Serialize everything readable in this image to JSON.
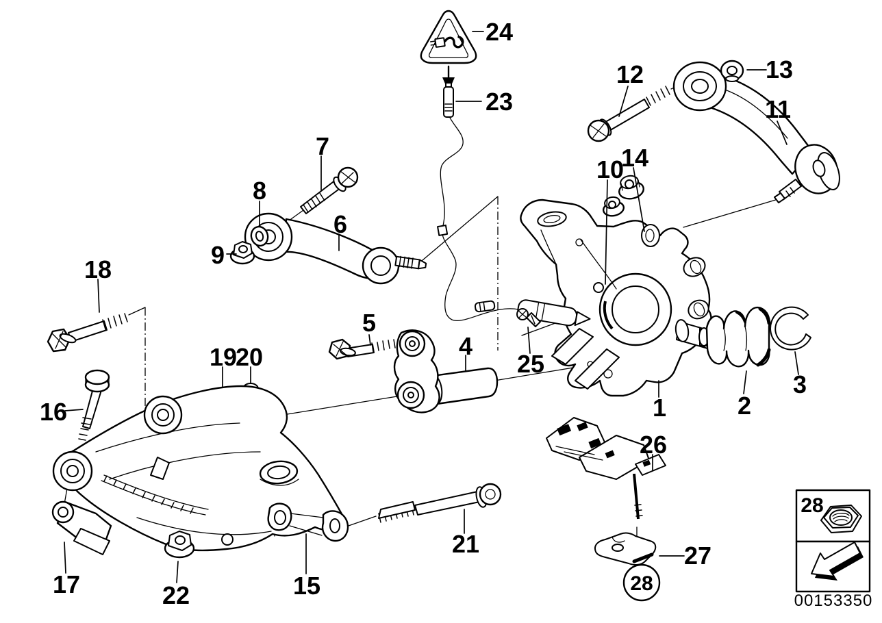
{
  "callouts": {
    "c1": "1",
    "c2": "2",
    "c3": "3",
    "c4": "4",
    "c5": "5",
    "c6": "6",
    "c7": "7",
    "c8": "8",
    "c9": "9",
    "c10": "10",
    "c11": "11",
    "c12": "12",
    "c13": "13",
    "c14": "14",
    "c15": "15",
    "c16": "16",
    "c17": "17",
    "c18": "18",
    "c19": "19",
    "c20": "20",
    "c21": "21",
    "c22": "22",
    "c23": "23",
    "c24": "24",
    "c25": "25",
    "c26": "26",
    "c27": "27",
    "c28": "28"
  },
  "legend": {
    "item_number": "28",
    "nut_icon": "hex-nut-icon",
    "arrow_icon": "direction-arrow-icon"
  },
  "part_number": "00153350",
  "icons": {
    "warning_triangle": "pad-wear-sensor-warning-icon",
    "down_arrow": "points-to-sensor-arrow"
  },
  "colors": {
    "line": "#000000",
    "background": "#ffffff"
  }
}
